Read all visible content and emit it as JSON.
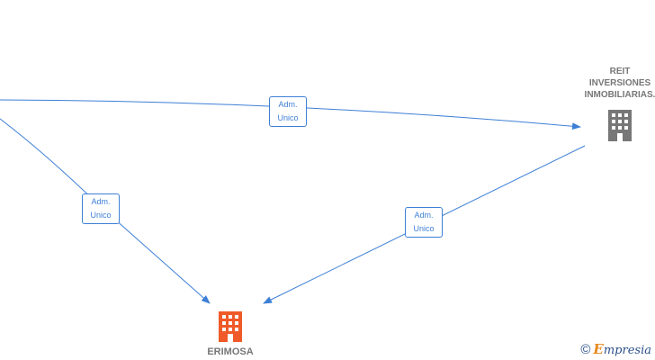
{
  "nodes": {
    "reit": {
      "name_lines": [
        "REIT",
        "INVERSIONES",
        "INMOBILIARIAS."
      ],
      "icon": "building-icon",
      "color": "#777777"
    },
    "erimosa": {
      "name": "ERIMOSA",
      "icon": "building-icon",
      "color": "#f05a28"
    }
  },
  "edges": [
    {
      "label_line1": "Adm.",
      "label_line2": "Unico"
    },
    {
      "label_line1": "Adm.",
      "label_line2": "Unico"
    },
    {
      "label_line1": "Adm.",
      "label_line2": "Unico"
    }
  ],
  "edge_color": "#3d7fd6",
  "watermark": {
    "copyright": "©",
    "brand_first": "E",
    "brand_rest": "mpresia"
  }
}
